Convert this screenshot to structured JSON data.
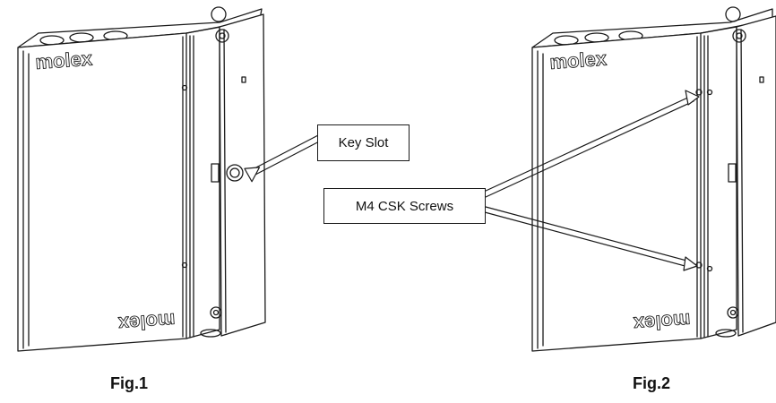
{
  "diagram": {
    "brand_text": "molex",
    "callouts": {
      "key_slot": "Key Slot",
      "screws": "M4 CSK Screws"
    },
    "captions": {
      "fig1": "Fig.1",
      "fig2": "Fig.2"
    }
  },
  "colors": {
    "line": "#1a1a1a",
    "background": "#ffffff"
  }
}
